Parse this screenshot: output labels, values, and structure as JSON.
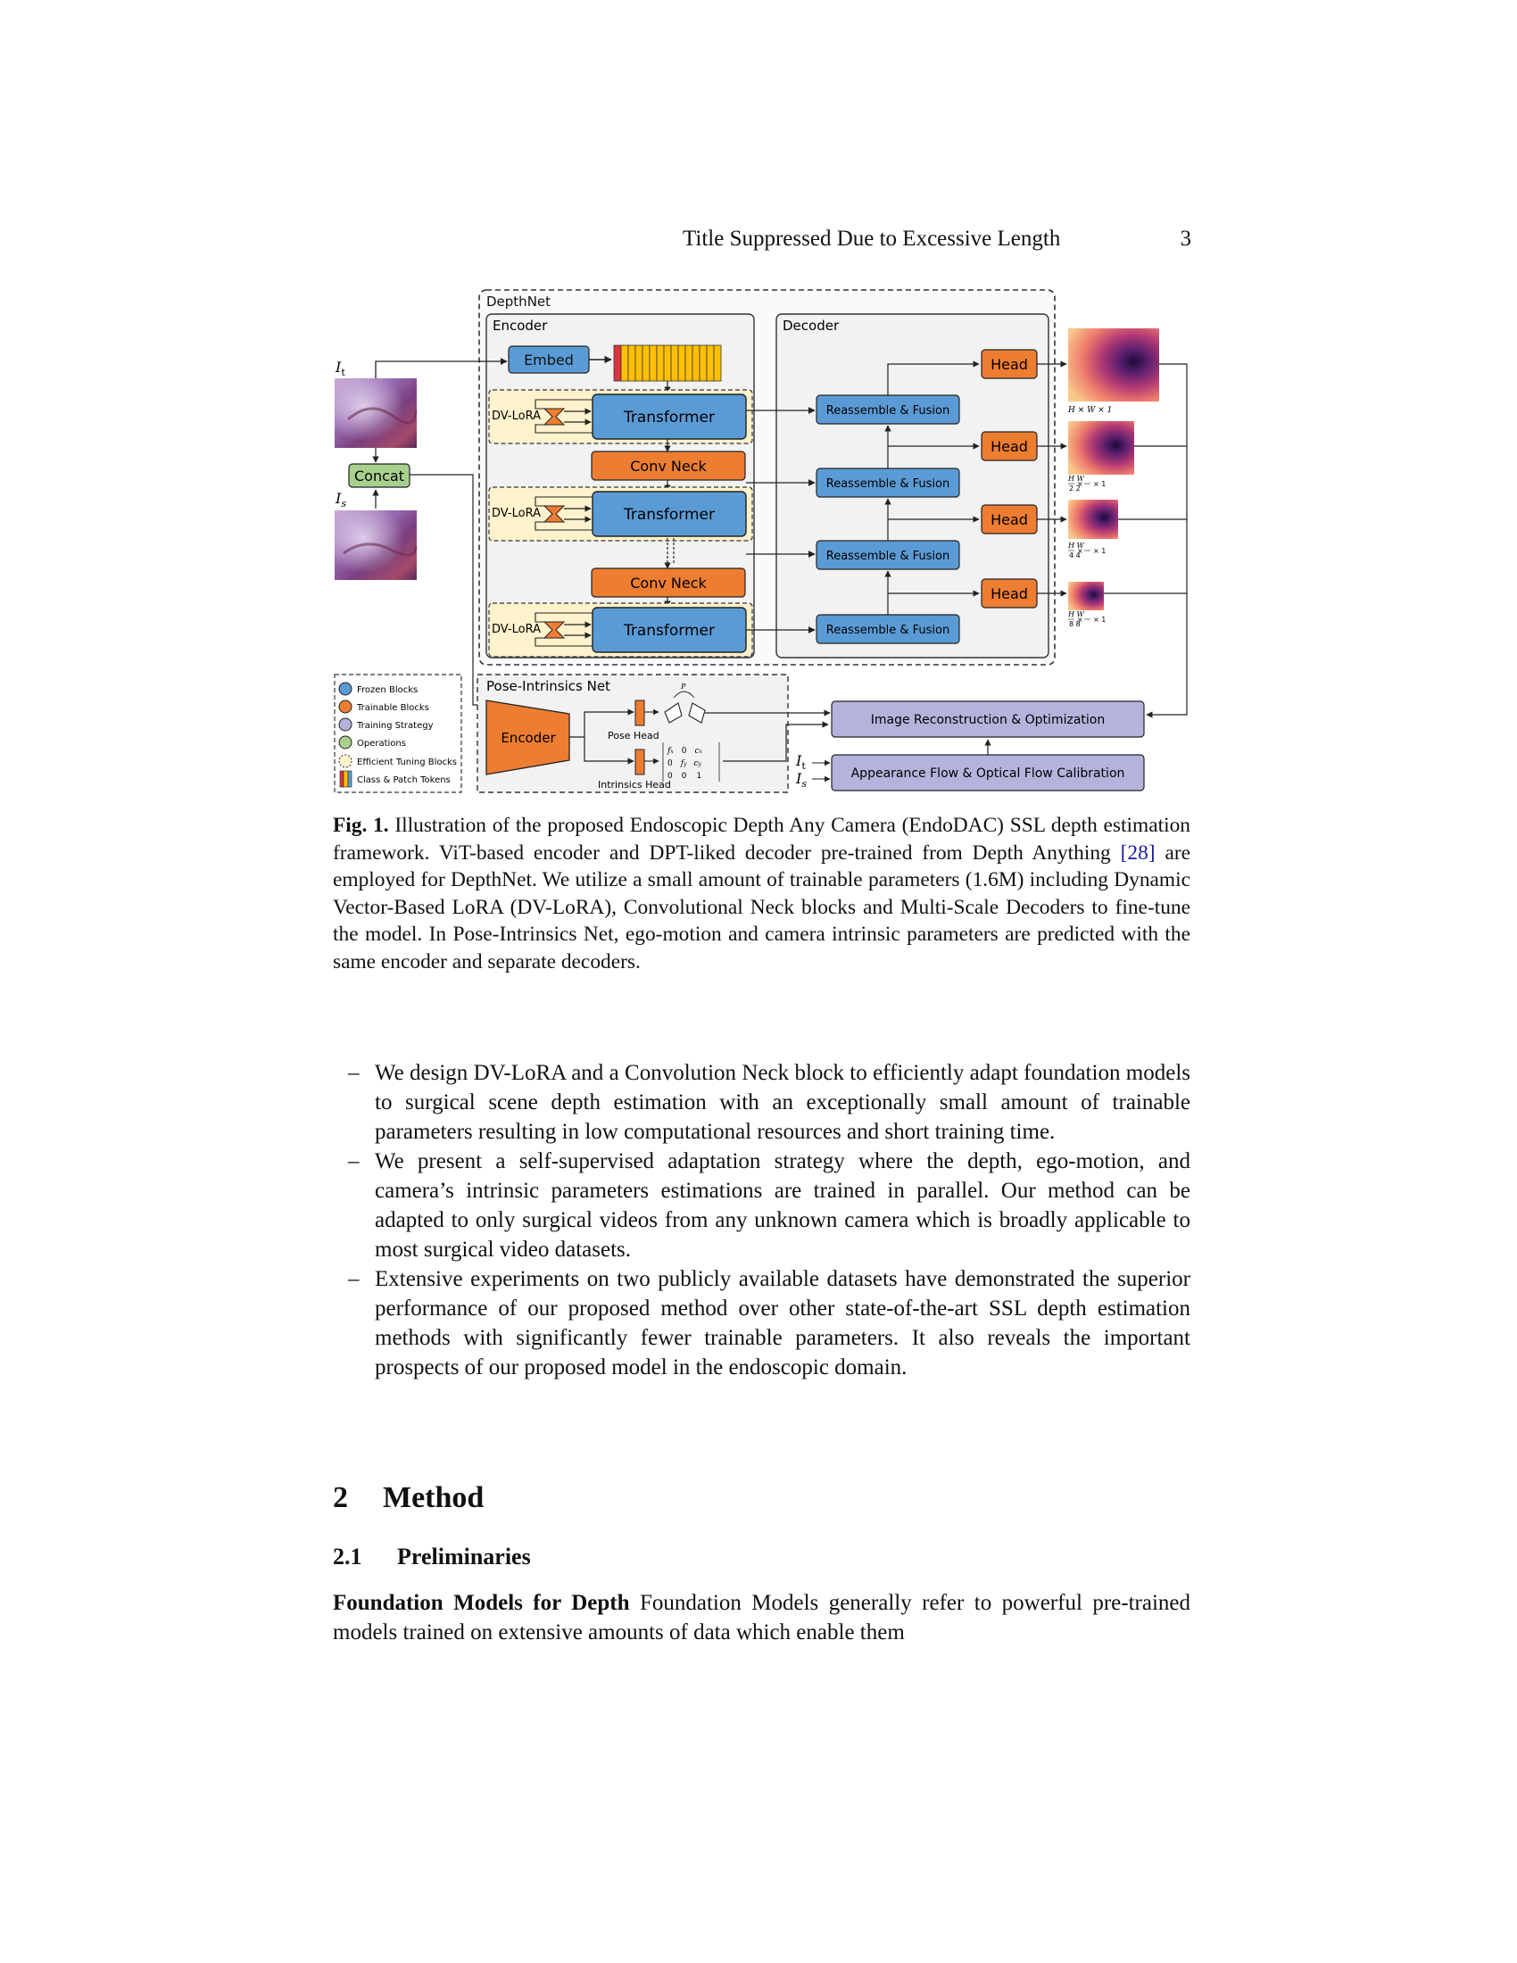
{
  "header": {
    "running_title": "Title Suppressed Due to Excessive Length",
    "page_number": "3"
  },
  "figure": {
    "depthnet_label": "DepthNet",
    "encoder_label": "Encoder",
    "decoder_label": "Decoder",
    "embed_label": "Embed",
    "dvlora_label": "DV-LoRA",
    "transformer_label": "Transformer",
    "convneck_label": "Conv Neck",
    "concat_label": "Concat",
    "input_t_label": "I",
    "input_t_sub": "t",
    "input_s_label": "I",
    "input_s_sub": "s",
    "reassemble_label": "Reassemble & Fusion",
    "head_label": "Head",
    "depth_scales": [
      {
        "n1": "H",
        "d1": "",
        "n2": "W",
        "d2": "",
        "tail": "× 1"
      },
      {
        "n1": "H",
        "d1": "2",
        "n2": "W",
        "d2": "2",
        "tail": "× 1"
      },
      {
        "n1": "H",
        "d1": "4",
        "n2": "W",
        "d2": "4",
        "tail": "× 1"
      },
      {
        "n1": "H",
        "d1": "8",
        "n2": "W",
        "d2": "8",
        "tail": "× 1"
      }
    ],
    "legend": [
      {
        "label": "Frozen Blocks",
        "swatch": "frozen"
      },
      {
        "label": "Trainable Blocks",
        "swatch": "trainable"
      },
      {
        "label": "Training Strategy",
        "swatch": "strategy"
      },
      {
        "label": "Operations",
        "swatch": "operation"
      },
      {
        "label": "Efficient Tuning Blocks",
        "swatch": "efficient"
      },
      {
        "label": "Class & Patch Tokens",
        "swatch": "tokens"
      }
    ],
    "pose_net_label": "Pose-Intrinsics Net",
    "pose_encoder_label": "Encoder",
    "pose_head_label": "Pose Head",
    "intrinsics_head_label": "Intrinsics Head",
    "pose_symbol": "P",
    "intrinsic_matrix": [
      [
        "f",
        "x",
        "0",
        "c",
        "x"
      ],
      [
        "0",
        "f",
        "y",
        "c",
        "y"
      ],
      [
        "0",
        "0",
        "1"
      ]
    ],
    "image_recon_label": "Image Reconstruction & Optimization",
    "appearance_flow_label": "Appearance Flow & Optical Flow Calibration",
    "colors": {
      "frozen": "#5b9bd5",
      "trainable": "#ed7d31",
      "strategy": "#b4b3dc",
      "operation": "#a9d18e",
      "efficient_bg": "#fff2cc",
      "panel_bg": "#f2f2f2"
    }
  },
  "caption": {
    "label": "Fig. 1.",
    "text_before_cite": " Illustration of the proposed Endoscopic Depth Any Camera (EndoDAC) SSL depth estimation framework. ViT-based encoder and DPT-liked decoder pre-trained from Depth Anything ",
    "cite": "[28]",
    "text_after_cite": " are employed for DepthNet. We utilize a small amount of trainable parameters (1.6M) including Dynamic Vector-Based LoRA (DV-LoRA), Convolutional Neck blocks and Multi-Scale Decoders to fine-tune the model. In Pose-Intrinsics Net, ego-motion and camera intrinsic parameters are predicted with the same encoder and separate decoders."
  },
  "bullets": [
    "We design DV-LoRA and a Convolution Neck block to efficiently adapt foundation models to surgical scene depth estimation with an exceptionally small amount of trainable parameters resulting in low computational resources and short training time.",
    "We present a self-supervised adaptation strategy where the depth, ego-motion, and camera’s intrinsic parameters estimations are trained in parallel. Our method can be adapted to only surgical videos from any unknown camera which is broadly applicable to most surgical video datasets.",
    "Extensive experiments on two publicly available datasets have demonstrated the superior performance of our proposed method over other state-of-the-art SSL depth estimation methods with significantly fewer trainable parameters. It also reveals the important prospects of our proposed model in the endoscopic domain."
  ],
  "bullet_marker": "–",
  "section": {
    "number": "2",
    "title": "Method"
  },
  "subsection": {
    "number": "2.1",
    "title": "Preliminaries"
  },
  "paragraph": {
    "runin": "Foundation Models for Depth",
    "text": " Foundation Models generally refer to powerful pre-trained models trained on extensive amounts of data which enable them"
  }
}
